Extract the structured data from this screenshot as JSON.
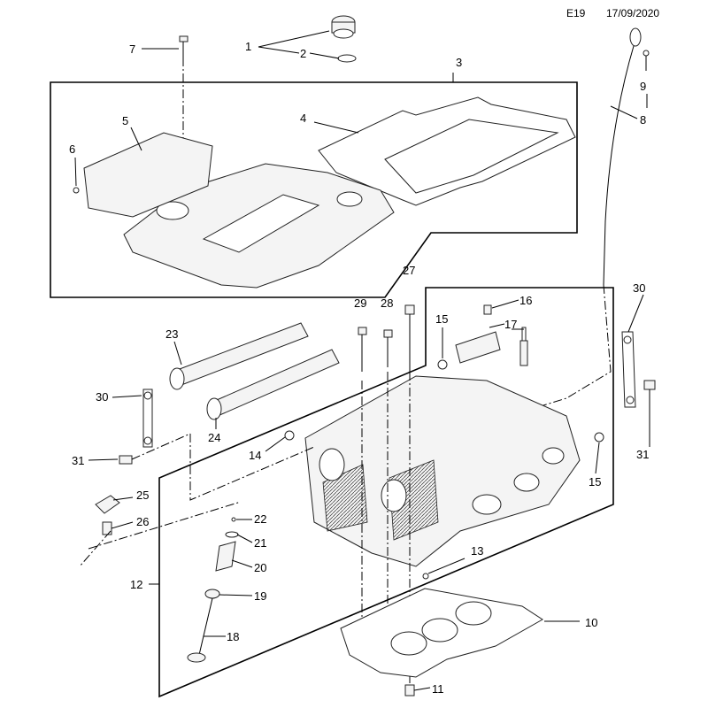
{
  "header": {
    "code": "E19",
    "date": "17/09/2020"
  },
  "callouts": [
    "1",
    "2",
    "3",
    "4",
    "5",
    "6",
    "7",
    "8",
    "9",
    "10",
    "11",
    "12",
    "13",
    "14",
    "15",
    "15",
    "16",
    "17",
    "18",
    "19",
    "20",
    "21",
    "22",
    "23",
    "24",
    "25",
    "26",
    "27",
    "28",
    "29",
    "30",
    "30",
    "31",
    "31"
  ]
}
